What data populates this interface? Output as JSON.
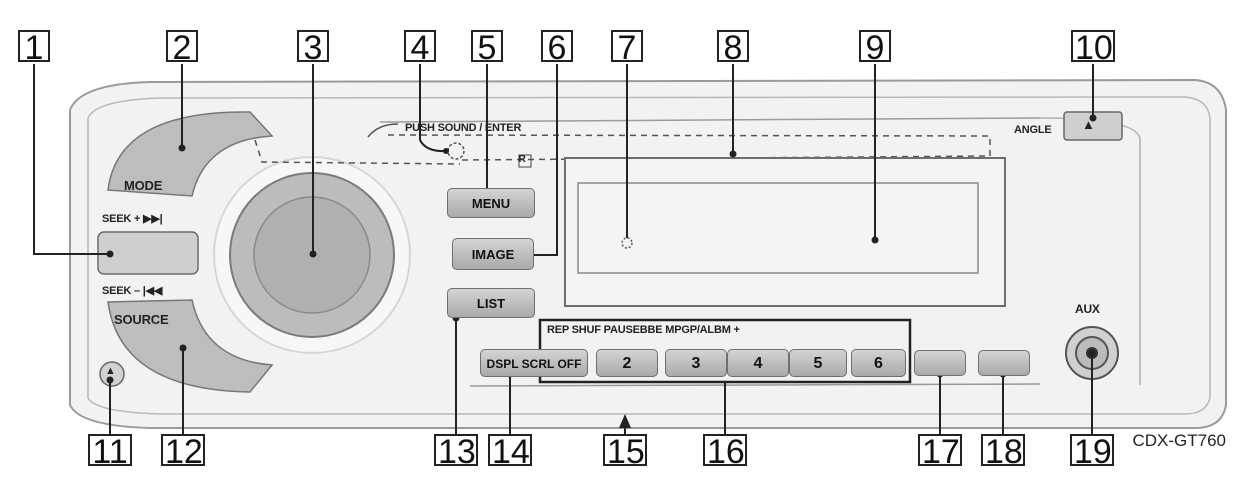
{
  "model": "CDX-GT760",
  "callouts": [
    "1",
    "2",
    "3",
    "4",
    "5",
    "6",
    "7",
    "8",
    "9",
    "10",
    "11",
    "12",
    "13",
    "14",
    "15",
    "16",
    "17",
    "18",
    "19"
  ],
  "panel": {
    "push_sound_enter": "PUSH SOUND / ENTER",
    "mode": "MODE",
    "seek_plus": "SEEK + ▶▶|",
    "seek_minus": "SEEK –  |◀◀",
    "source": "SOURCE",
    "angle": "ANGLE",
    "aux": "AUX",
    "remote_mark": "R",
    "eject_glyph": "▲",
    "release_glyph": "▲",
    "function_row": "REP SHUF PAUSEBBE MPGP/ALBM  +"
  },
  "buttons": {
    "menu": "MENU",
    "image": "IMAGE",
    "list": "LIST",
    "dspl": "DSPL SCRL OFF",
    "presets": [
      "2",
      "3",
      "4",
      "5",
      "6"
    ]
  }
}
